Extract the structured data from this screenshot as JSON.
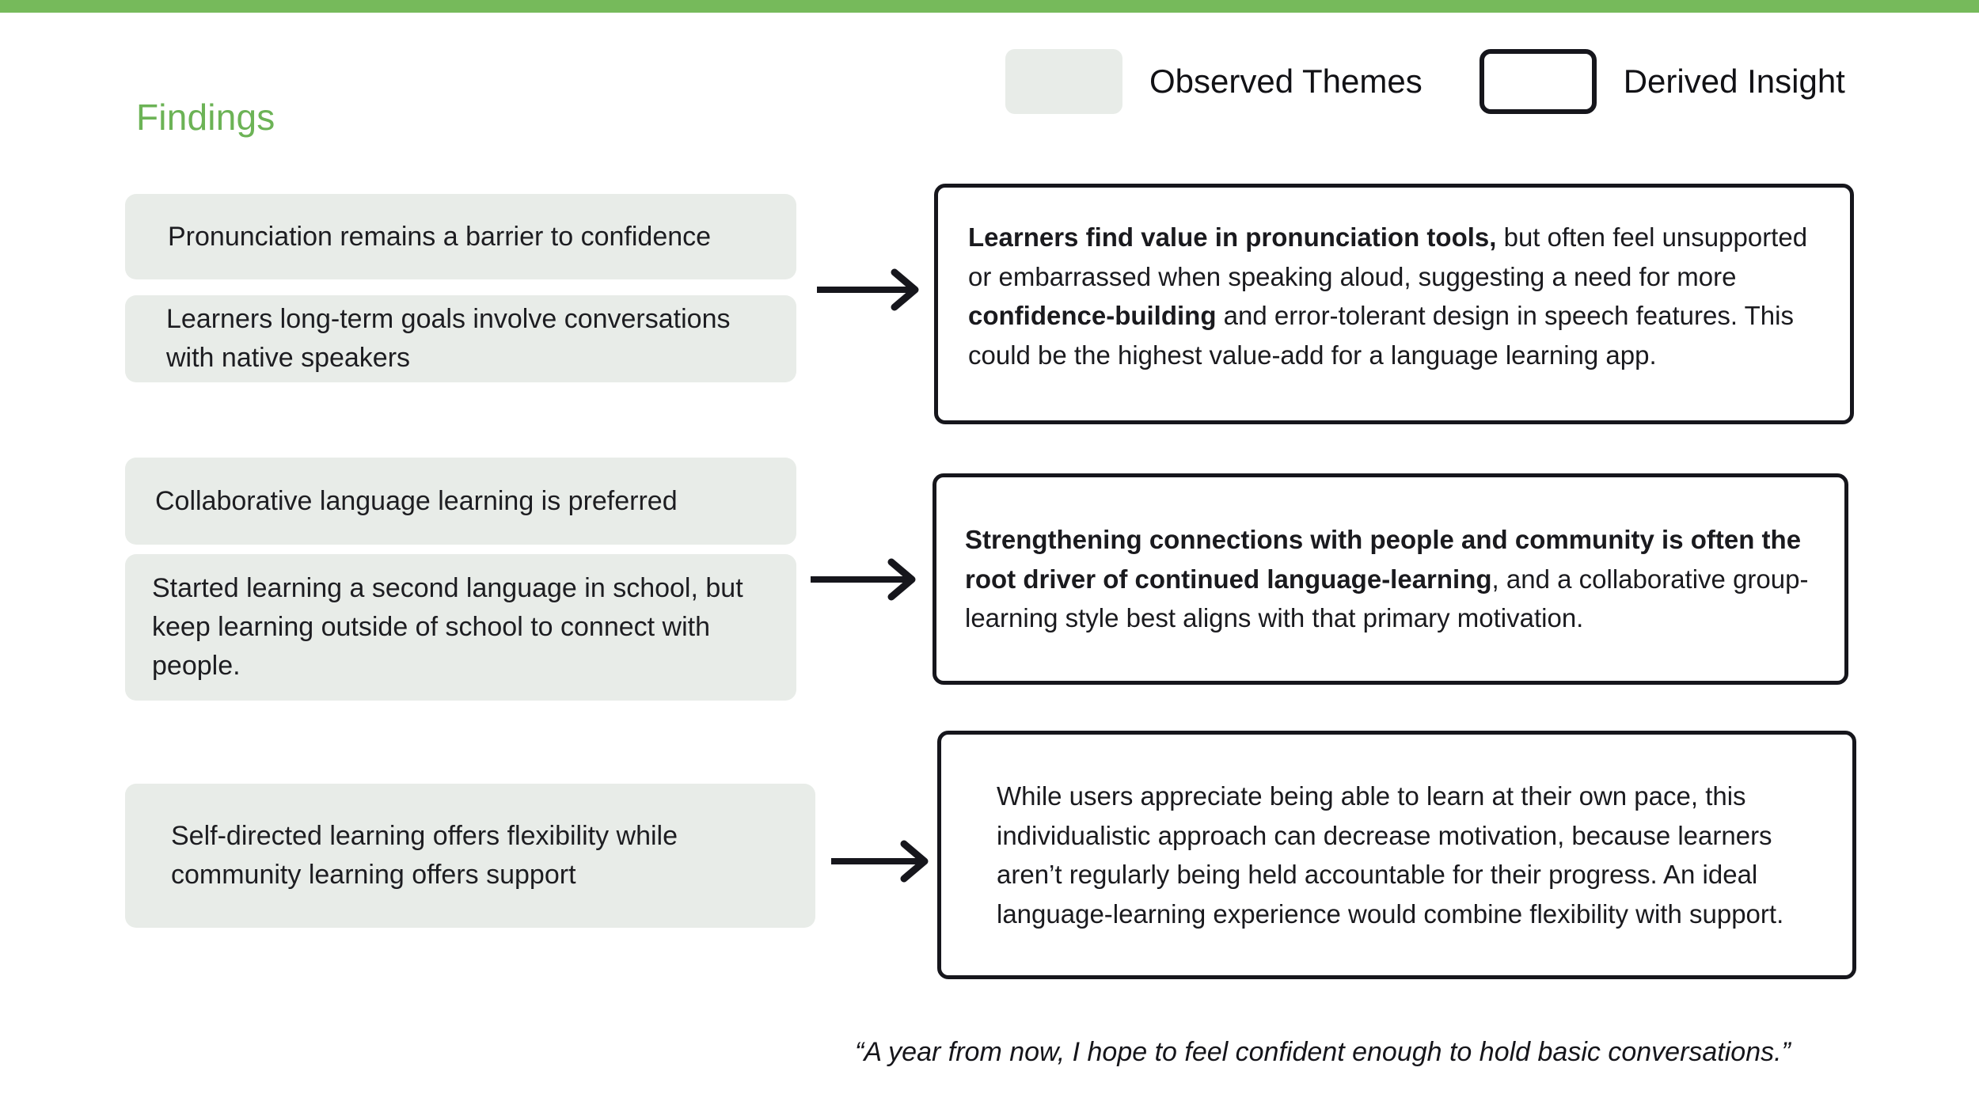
{
  "slide": {
    "title": "Findings",
    "accent_color": "#76ba5b",
    "title_color": "#6cb356",
    "theme_card_color": "#e8ece8",
    "insight_border_color": "#16161c"
  },
  "legend": {
    "observed_label": "Observed Themes",
    "derived_label": "Derived Insight"
  },
  "themes": [
    {
      "text": "Pronunciation remains a barrier to confidence"
    },
    {
      "text": "Learners long-term goals involve conversations with native speakers"
    },
    {
      "text": "Collaborative language learning is preferred"
    },
    {
      "text": "Started learning a second language in school, but keep learning outside of school to connect with people."
    },
    {
      "text": "Self-directed learning offers flexibility while community learning offers support"
    }
  ],
  "insights": [
    {
      "bold_lead": "Learners find value in pronunciation tools,",
      "body_part_1": " but often feel unsupported or embarrassed when speaking aloud, suggesting a need for more ",
      "bold_mid": "confidence-building",
      "body_part_2": " and error-tolerant design in speech features. This could be the highest value-add for a language learning app."
    },
    {
      "bold_lead": "Strengthening connections with people and community is often the root driver of continued language-learning",
      "body_part_1": ", and a collaborative group-learning style best aligns with that primary motivation."
    },
    {
      "body_part_1": "While users appreciate being able to learn at their own pace, this individualistic approach can decrease motivation, because learners aren’t regularly being held accountable for their progress. An ideal language-learning experience would combine flexibility with support."
    }
  ],
  "quote": "“A year from now, I hope to feel confident enough to hold basic conversations.”"
}
